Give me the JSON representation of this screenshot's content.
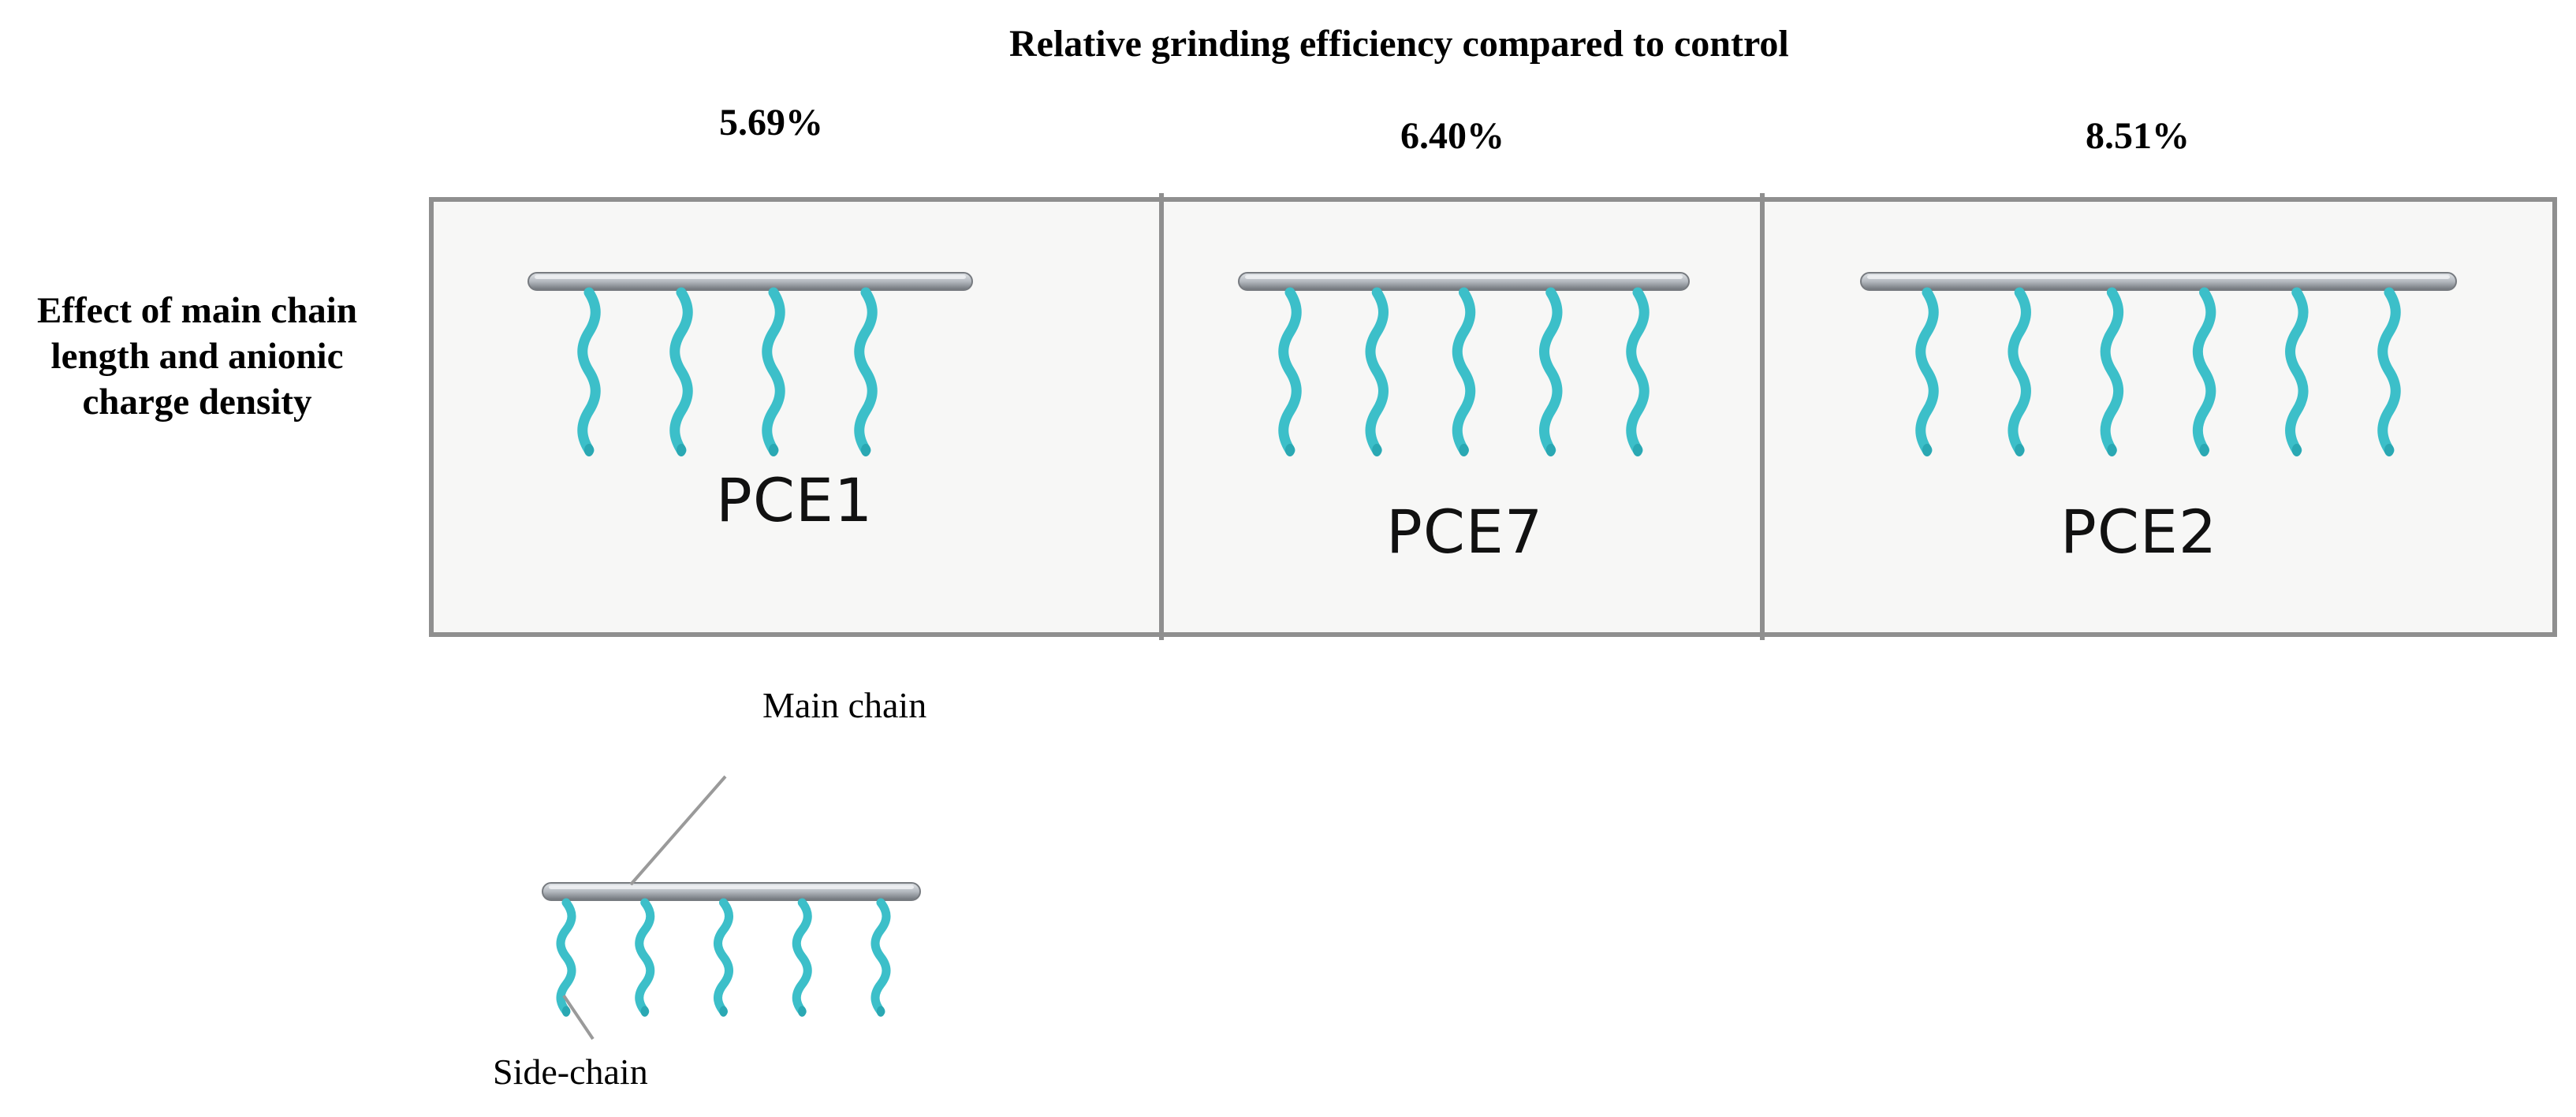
{
  "header": {
    "title": "Relative grinding efficiency compared to control"
  },
  "row_label": "Effect of main chain length and anionic charge density",
  "panels": [
    {
      "name": "PCE1",
      "efficiency": "5.69%",
      "side_chains": 4
    },
    {
      "name": "PCE7",
      "efficiency": "6.40%",
      "side_chains": 5
    },
    {
      "name": "PCE2",
      "efficiency": "8.51%",
      "side_chains": 6
    }
  ],
  "legend": {
    "main_chain_label": "Main chain",
    "side_chain_label": "Side-chain",
    "side_chains": 5
  },
  "colors": {
    "main_chain": "#b8bcc2",
    "side_chain": "#3cbfc9",
    "panel_border": "#8f8f8f",
    "panel_fill": "#f7f7f6"
  }
}
